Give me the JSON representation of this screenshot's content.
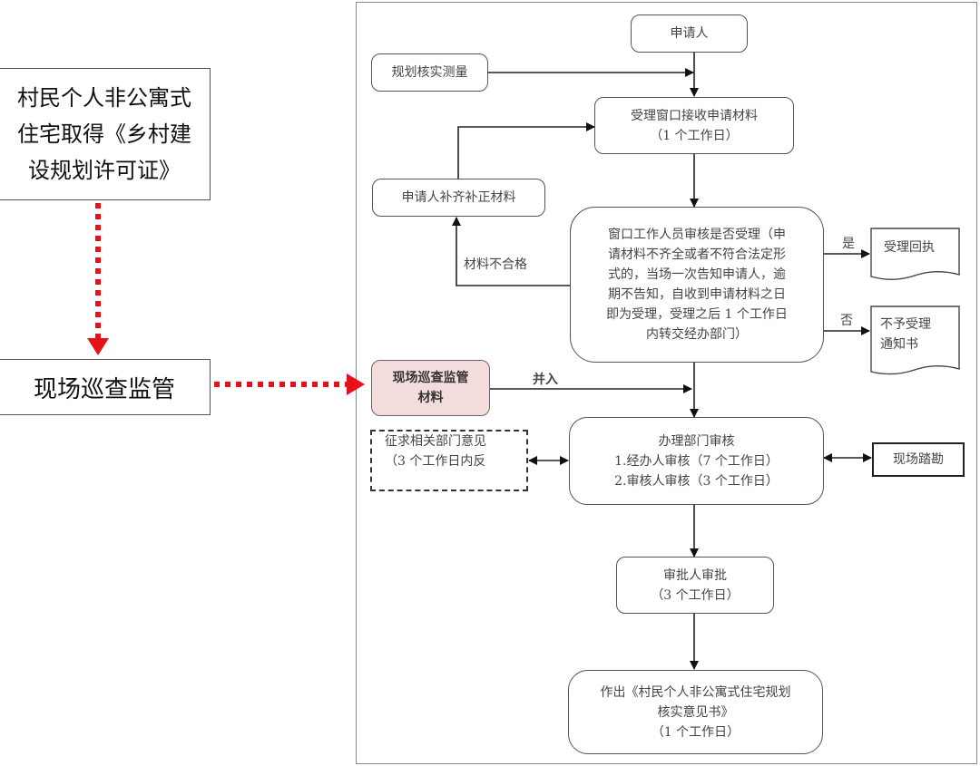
{
  "left": {
    "title_box": "村民个人非公寓式住宅取得《乡村建设规划许可证》",
    "title_lines": [
      "村民个人非公寓式",
      "住宅取得《乡村建",
      "设规划许可证》"
    ],
    "supervision_box": "现场巡查监管"
  },
  "flow": {
    "applicant": "申请人",
    "survey": "规划核实测量",
    "receive": {
      "line1": "受理窗口接收申请材料",
      "line2": "（1 个工作日）"
    },
    "supplement": "申请人补齐补正材料",
    "review": {
      "lines": [
        "窗口工作人员审核是否受理（申",
        "请材料不齐全或者不符合法定形",
        "式的，当场一次告知申请人，逾",
        "期不告知，自收到申请材料之日",
        "即为受理，受理之后 1 个工作日",
        "内转交经办部门）"
      ]
    },
    "unqualified_label": "材料不合格",
    "yes_label": "是",
    "no_label": "否",
    "receipt": "受理回执",
    "rejection": {
      "line1": "不予受理",
      "line2": "通知书"
    },
    "patrol_material": {
      "line1": "现场巡查监管",
      "line2": "材料"
    },
    "merge_label": "并入",
    "dept_review": {
      "line1": "办理部门审核",
      "line2": "1.经办人审核（7 个工作日）",
      "line3": "2.审核人审核（3 个工作日）"
    },
    "consult": {
      "line1": "征求相关部门意见",
      "line2": "（3 个工作日内反"
    },
    "site_survey": "现场踏勘",
    "approver": {
      "line1": "审批人审批",
      "line2": "（3 个工作日）"
    },
    "issue": {
      "line1": "作出《村民个人非公寓式住宅规划",
      "line2": "核实意见书》",
      "line3": "（1 个工作日）"
    }
  },
  "colors": {
    "accent_red": "#e8101a",
    "patrol_fill": "#f2dcdc"
  }
}
